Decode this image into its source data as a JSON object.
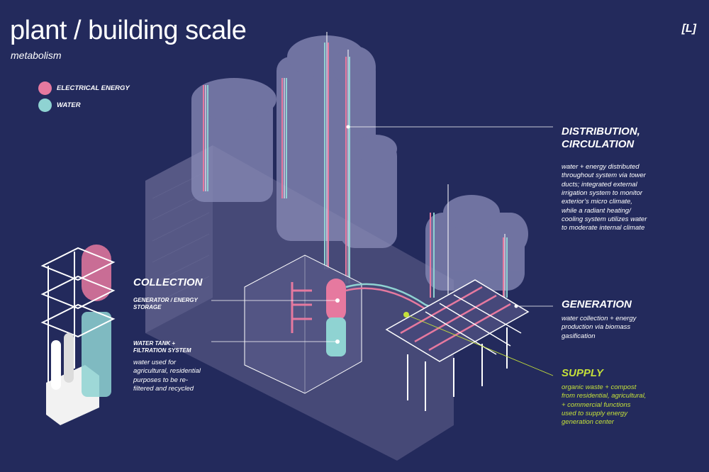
{
  "title": "plant / building scale",
  "subtitle": "metabolism",
  "tag": "[L]",
  "legend": [
    {
      "label": "ELECTRICAL ENERGY",
      "color": "#e6799f"
    },
    {
      "label": "WATER",
      "color": "#8fd3d2"
    }
  ],
  "distribution": {
    "heading_line1": "DISTRIBUTION,",
    "heading_line2": "CIRCULATION",
    "desc": [
      "water + energy distributed",
      "throughout system via tower",
      "ducts; integrated external",
      "irrigation system to monitor",
      "exterior’s micro climate,",
      "while a radiant heating/",
      "cooling system utilizes water",
      "to moderate internal climate"
    ]
  },
  "collection": {
    "heading": "COLLECTION",
    "generator_line1": "GENERATOR / ENERGY",
    "generator_line2": "STORAGE",
    "tank_line1": "WATER TANK +",
    "tank_line2": "FILTRATION SYSTEM",
    "desc": [
      "water used for",
      "agricultural, residential",
      "purposes to be re-",
      "filtered and recycled"
    ]
  },
  "generation": {
    "heading": "GENERATION",
    "desc": [
      "water collection + energy",
      "production via biomass",
      "gasification"
    ]
  },
  "supply": {
    "heading": "SUPPLY",
    "color": "#c4e03a",
    "desc": [
      "organic waste + compost",
      "from residential, agricultural,",
      "+ commercial functions",
      "used to supply energy",
      "generation center"
    ]
  },
  "colors": {
    "background": "#232a5c",
    "energy": "#e6799f",
    "water": "#8fd3d2",
    "supply": "#c4e03a"
  }
}
